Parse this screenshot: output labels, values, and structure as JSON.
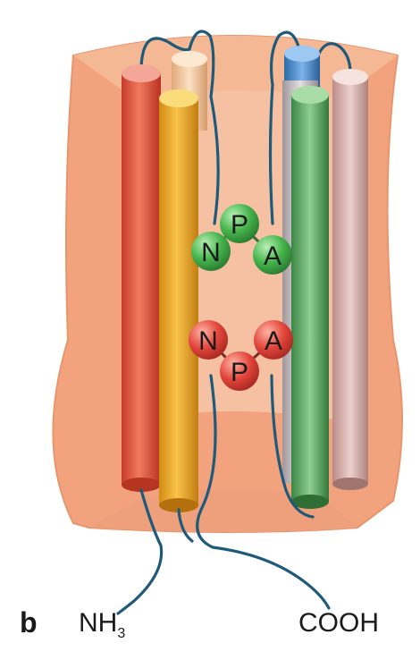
{
  "diagram": {
    "panel_label": "b",
    "n_terminus": "NH",
    "n_terminus_sub": "3",
    "c_terminus": "COOH",
    "motif_top": [
      "N",
      "P",
      "A"
    ],
    "motif_bottom": [
      "N",
      "P",
      "A"
    ]
  },
  "colors": {
    "membrane_side": "#f2a27c",
    "membrane_top": "#f5b894",
    "membrane_inner": "#f7c7aa",
    "loop": "#1f5a7a",
    "motif_green": "#3fae49",
    "motif_red": "#e0443d",
    "helix_red": "#e4503a",
    "helix_orange": "#e6a21f",
    "helix_peach": "#f0c59a",
    "helix_blue": "#3c80c4",
    "helix_green": "#4b9a52",
    "helix_gray": "#b9b2b7",
    "helix_mauve": "#cfa7a2"
  },
  "icons": {
    "water_channel": "aquaporin-channel-illustration"
  }
}
